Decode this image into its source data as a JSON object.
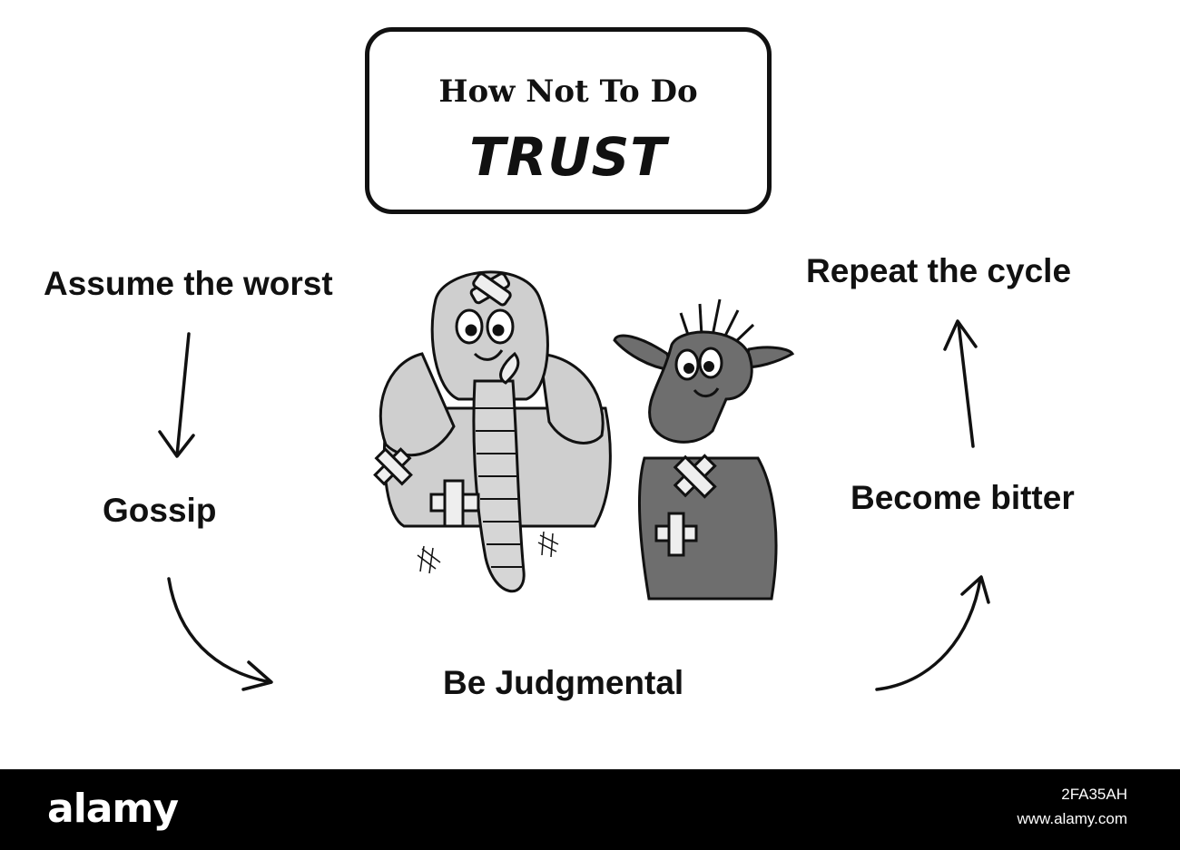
{
  "title": {
    "line1": "How Not To Do",
    "line2": "TRUST"
  },
  "steps": [
    {
      "id": "assume",
      "label": "Assume the worst"
    },
    {
      "id": "gossip",
      "label": "Gossip"
    },
    {
      "id": "judgmental",
      "label": "Be Judgmental"
    },
    {
      "id": "bitter",
      "label": "Become bitter"
    },
    {
      "id": "repeat",
      "label": "Repeat the cycle"
    }
  ],
  "footer": {
    "logo": "alamy",
    "image_id": "2FA35AH",
    "site": "www.alamy.com"
  },
  "colors": {
    "ink": "#111111",
    "footer_bg": "#000000",
    "elephant": "#cfcfcf",
    "donkey": "#6e6e6e"
  }
}
